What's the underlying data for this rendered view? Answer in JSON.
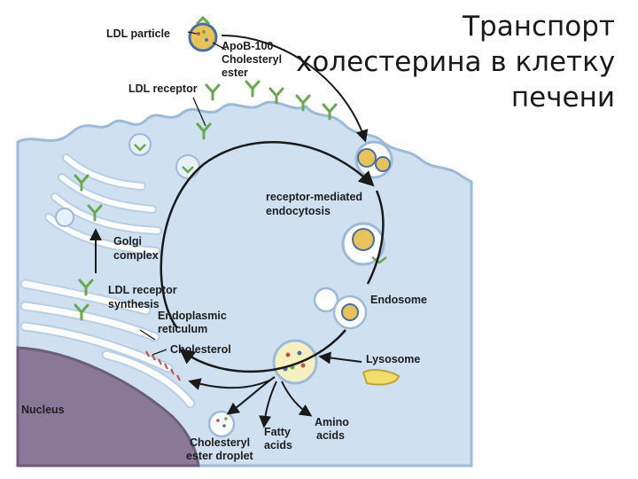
{
  "title": {
    "line1": "Транспорт",
    "line2": "холестерина в клетку",
    "line3": "печени"
  },
  "labels": {
    "ldl_particle": "LDL particle",
    "apob": "ApoB-100",
    "cholesteryl": "Cholesteryl",
    "ester": "ester",
    "ldl_receptor": "LDL receptor",
    "rme1": "receptor-mediated",
    "rme2": "endocytosis",
    "golgi1": "Golgi",
    "golgi2": "complex",
    "synth1": "LDL receptor",
    "synth2": "synthesis",
    "er1": "Endoplasmic",
    "er2": "reticulum",
    "cholesterol": "Cholesterol",
    "endosome": "Endosome",
    "lysosome": "Lysosome",
    "nucleus": "Nucleus",
    "amino1": "Amino",
    "amino2": "acids",
    "fatty1": "Fatty",
    "fatty2": "acids",
    "droplet1": "Cholesteryl",
    "droplet2": "ester droplet"
  },
  "colors": {
    "cytoplasm": "#cfe0f0",
    "membrane": "#9dbad8",
    "nucleus": "#8a7898",
    "receptor": "#6aa84f",
    "particle": "#e8c35a",
    "arrow": "#1a1a1a"
  }
}
